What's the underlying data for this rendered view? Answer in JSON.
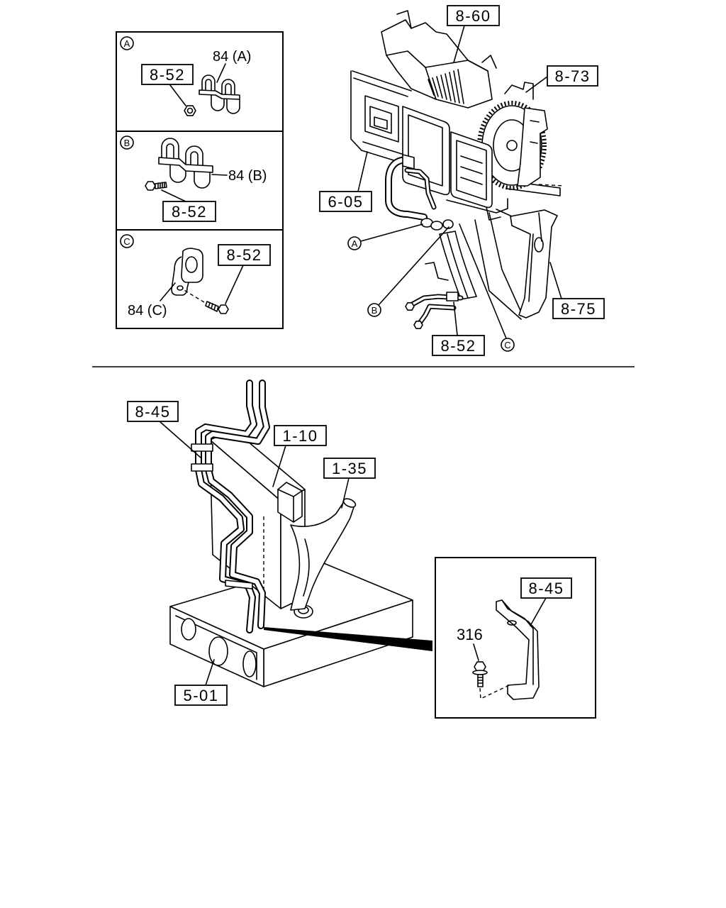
{
  "detail_panels": [
    {
      "marker": "A",
      "part": "84 (A)",
      "ref": "8-52"
    },
    {
      "marker": "B",
      "part": "84 (B)",
      "ref": "8-52"
    },
    {
      "marker": "C",
      "part": "84 (C)",
      "ref": "8-52"
    }
  ],
  "upper_assembly": {
    "refs": [
      "8-60",
      "8-73",
      "6-05",
      "8-75",
      "8-52"
    ],
    "markers": [
      "A",
      "B",
      "C"
    ]
  },
  "lower_assembly": {
    "refs": [
      "8-45",
      "1-10",
      "1-35",
      "5-01"
    ],
    "inset": {
      "ref": "8-45",
      "part": "316"
    }
  }
}
